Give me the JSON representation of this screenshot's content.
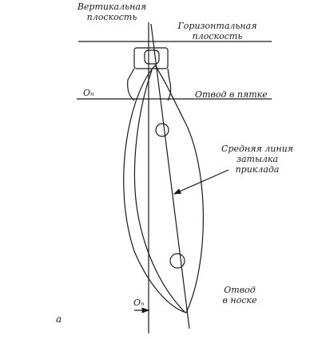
{
  "labels": {
    "vertical_plane": [
      "Вертикальная",
      "плоскость"
    ],
    "horizontal_plane": [
      "Горизонтальная",
      "плоскость"
    ],
    "o_heel": "Oₙ",
    "heel_offset": "Отвод в пятке",
    "midline": [
      "Средняя линия",
      "затылка",
      "приклада"
    ],
    "toe_offset": [
      "Отвод",
      "в носке"
    ],
    "o_toe": "Oₙ",
    "figure_letter": "a"
  },
  "colors": {
    "stroke": "#1a1a1a",
    "background": "#ffffff"
  }
}
